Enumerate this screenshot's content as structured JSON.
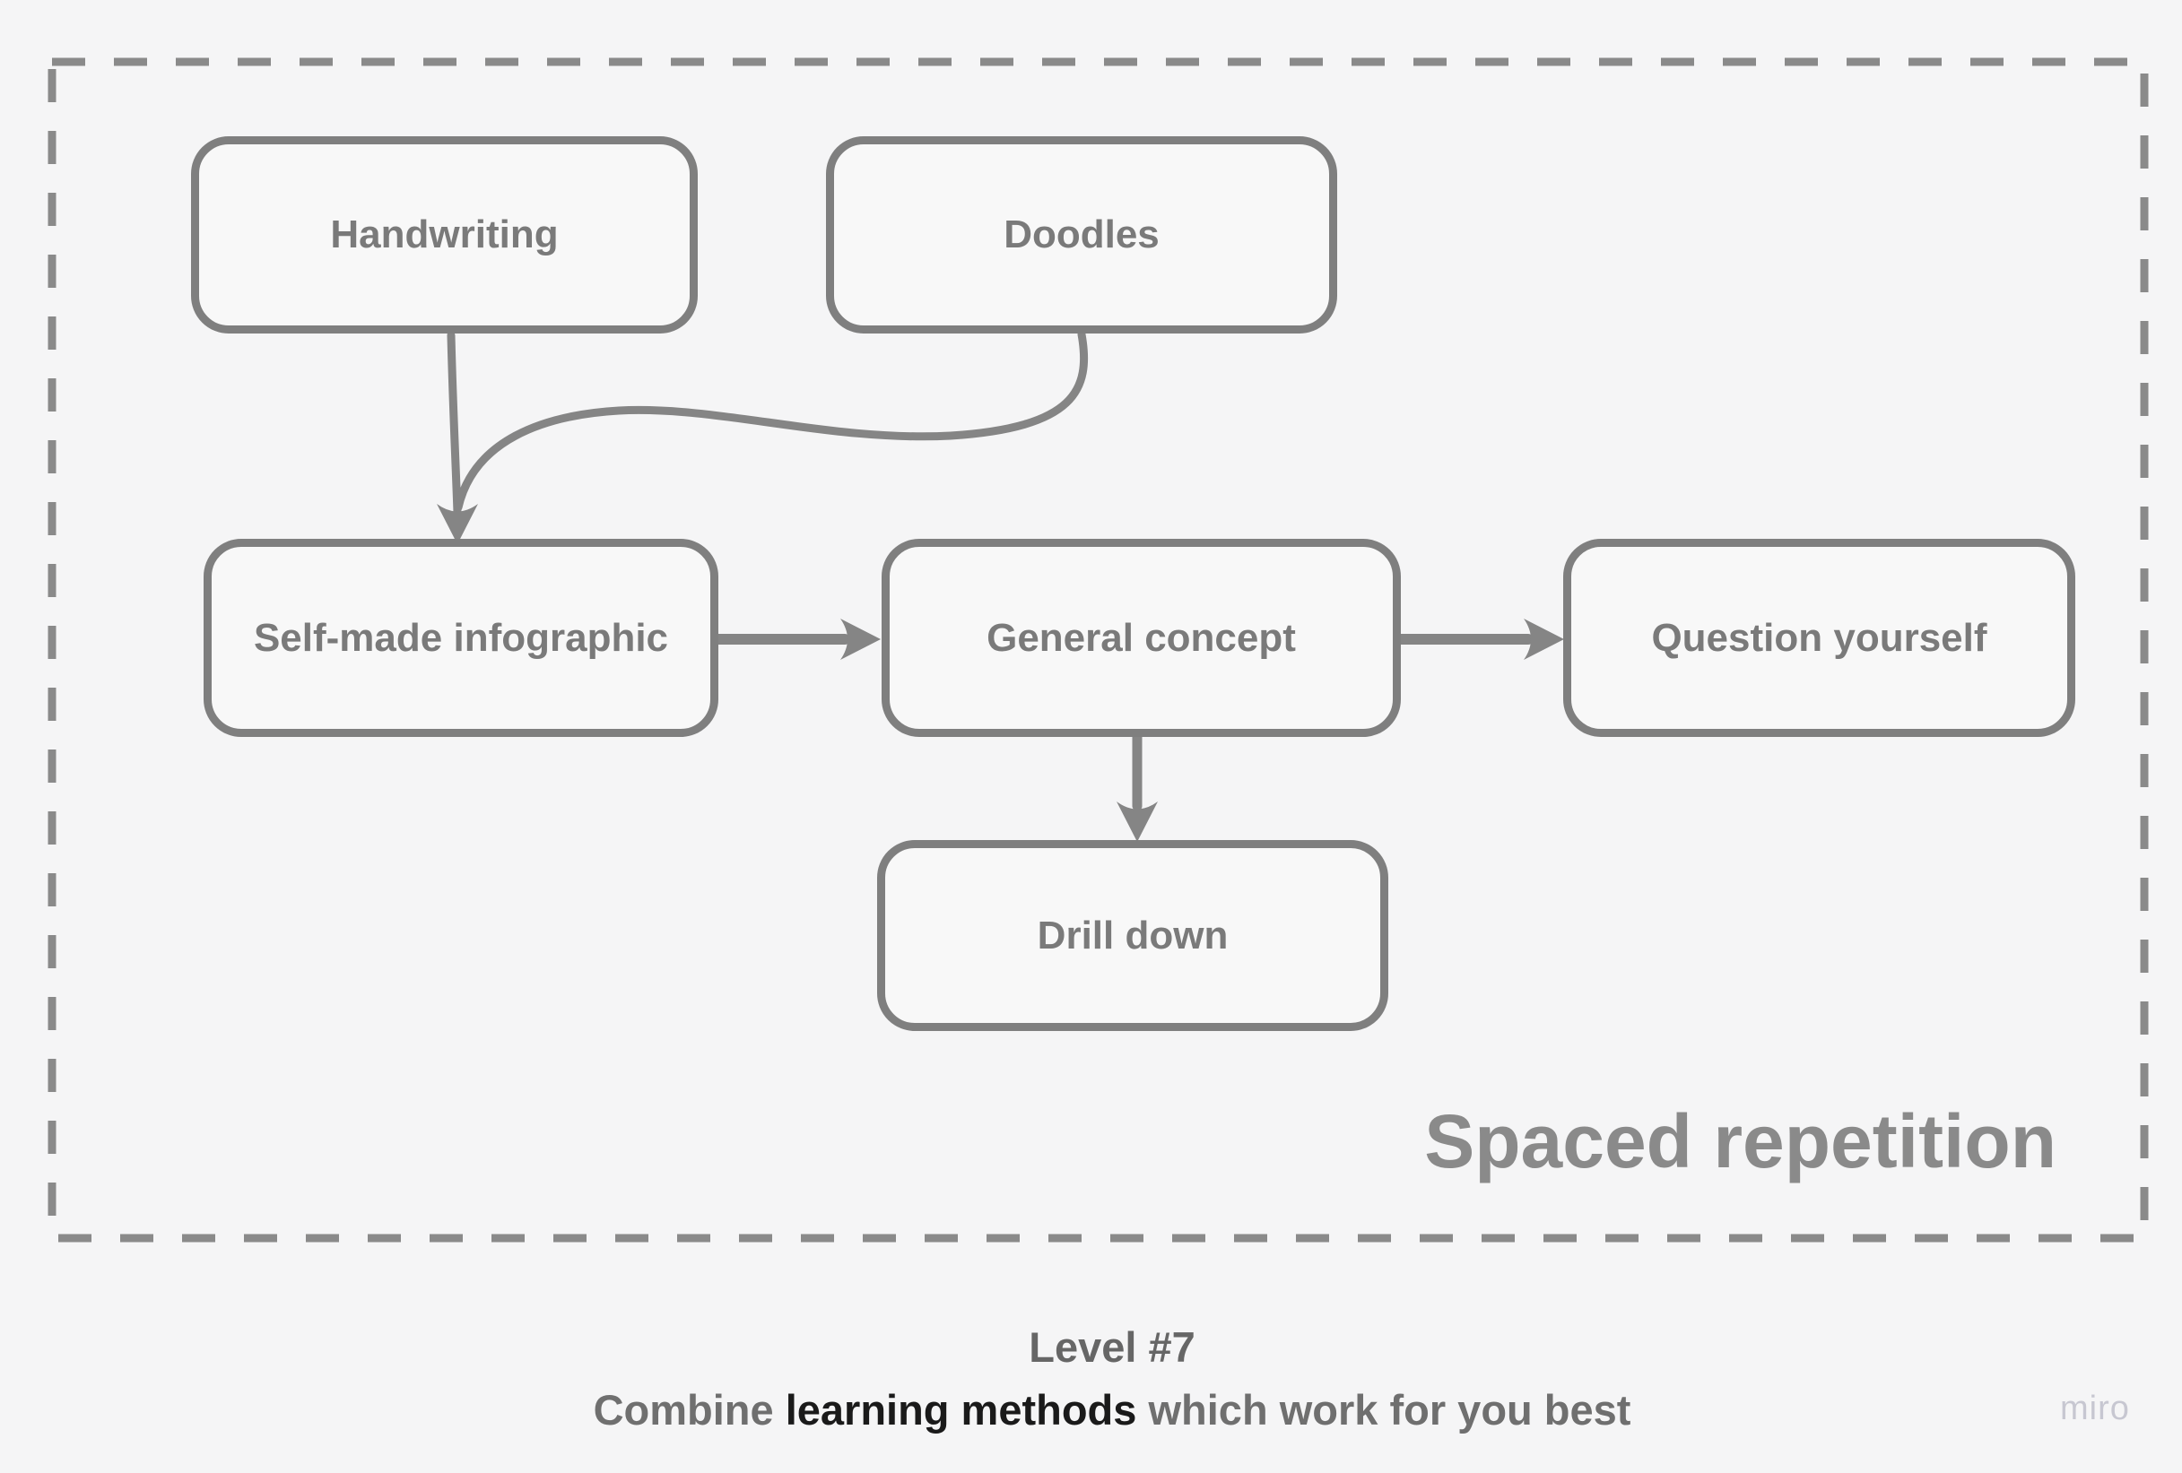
{
  "board": {
    "frame": {
      "label": "Spaced repetition"
    },
    "nodes": [
      {
        "id": "handwriting",
        "label": "Handwriting"
      },
      {
        "id": "doodles",
        "label": "Doodles"
      },
      {
        "id": "self-made-infographic",
        "label": "Self-made infographic"
      },
      {
        "id": "general-concept",
        "label": "General concept"
      },
      {
        "id": "question-yourself",
        "label": "Question yourself"
      },
      {
        "id": "drill-down",
        "label": "Drill down"
      }
    ],
    "connectors": [
      {
        "from": "handwriting",
        "to": "self-made-infographic",
        "style": "curved-arrow"
      },
      {
        "from": "doodles",
        "to": "self-made-infographic",
        "style": "curved-arrow"
      },
      {
        "from": "self-made-infographic",
        "to": "general-concept",
        "style": "straight-arrow"
      },
      {
        "from": "general-concept",
        "to": "question-yourself",
        "style": "straight-arrow"
      },
      {
        "from": "general-concept",
        "to": "drill-down",
        "style": "straight-arrow"
      }
    ]
  },
  "caption": {
    "line1": "Level #7",
    "line2": [
      {
        "text": "Combine ",
        "emphasis": false
      },
      {
        "text": "learning methods",
        "emphasis": true
      },
      {
        "text": " which work for you best",
        "emphasis": false
      }
    ]
  },
  "watermark": {
    "label": "miro"
  },
  "colors": {
    "background": "#f5f5f6",
    "node_fill": "#f8f8f8",
    "node_border": "#7f7f7f",
    "node_text": "#7a7a7a",
    "connector": "#858585",
    "frame_border": "#8a8a8a",
    "group_label": "#8a8a8a",
    "caption_level": "#666666",
    "caption_gray": "#6f6f6f",
    "caption_dark": "#1a1a1a",
    "watermark": "#c7c7d1"
  }
}
